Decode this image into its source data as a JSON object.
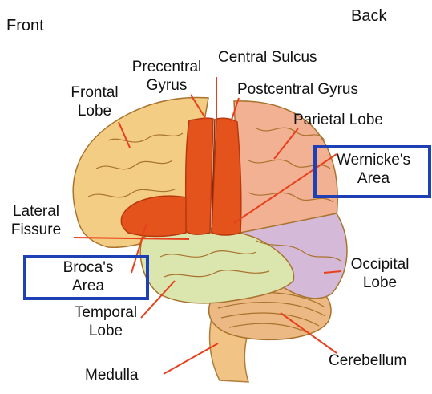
{
  "orientation": {
    "front": "Front",
    "back": "Back"
  },
  "labels": {
    "precentral_gyrus": [
      "Precentral",
      "Gyrus"
    ],
    "central_sulcus": "Central Sulcus",
    "postcentral_gyrus": "Postcentral Gyrus",
    "frontal_lobe": [
      "Frontal",
      "Lobe"
    ],
    "parietal_lobe": "Parietal Lobe",
    "wernickes_area": [
      "Wernicke's",
      "Area"
    ],
    "lateral_fissure": [
      "Lateral",
      "Fissure"
    ],
    "brocas_area": [
      "Broca's",
      "Area"
    ],
    "occipital_lobe": [
      "Occipital",
      "Lobe"
    ],
    "temporal_lobe": [
      "Temporal",
      "Lobe"
    ],
    "cerebellum": "Cerebellum",
    "medulla": "Medulla"
  },
  "colors": {
    "frontal_lobe": "#f4cd84",
    "motor_cortex": "#e4531b",
    "parietal_lobe": "#f3b193",
    "occipital_lobe": "#d5b9d9",
    "temporal_lobe": "#dbe6ae",
    "cerebellum": "#ecb883",
    "brainstem": "#f1c486",
    "leader_line": "#e8401c",
    "highlight_box": "#1f3fb5",
    "sulci": "#a8732d"
  }
}
